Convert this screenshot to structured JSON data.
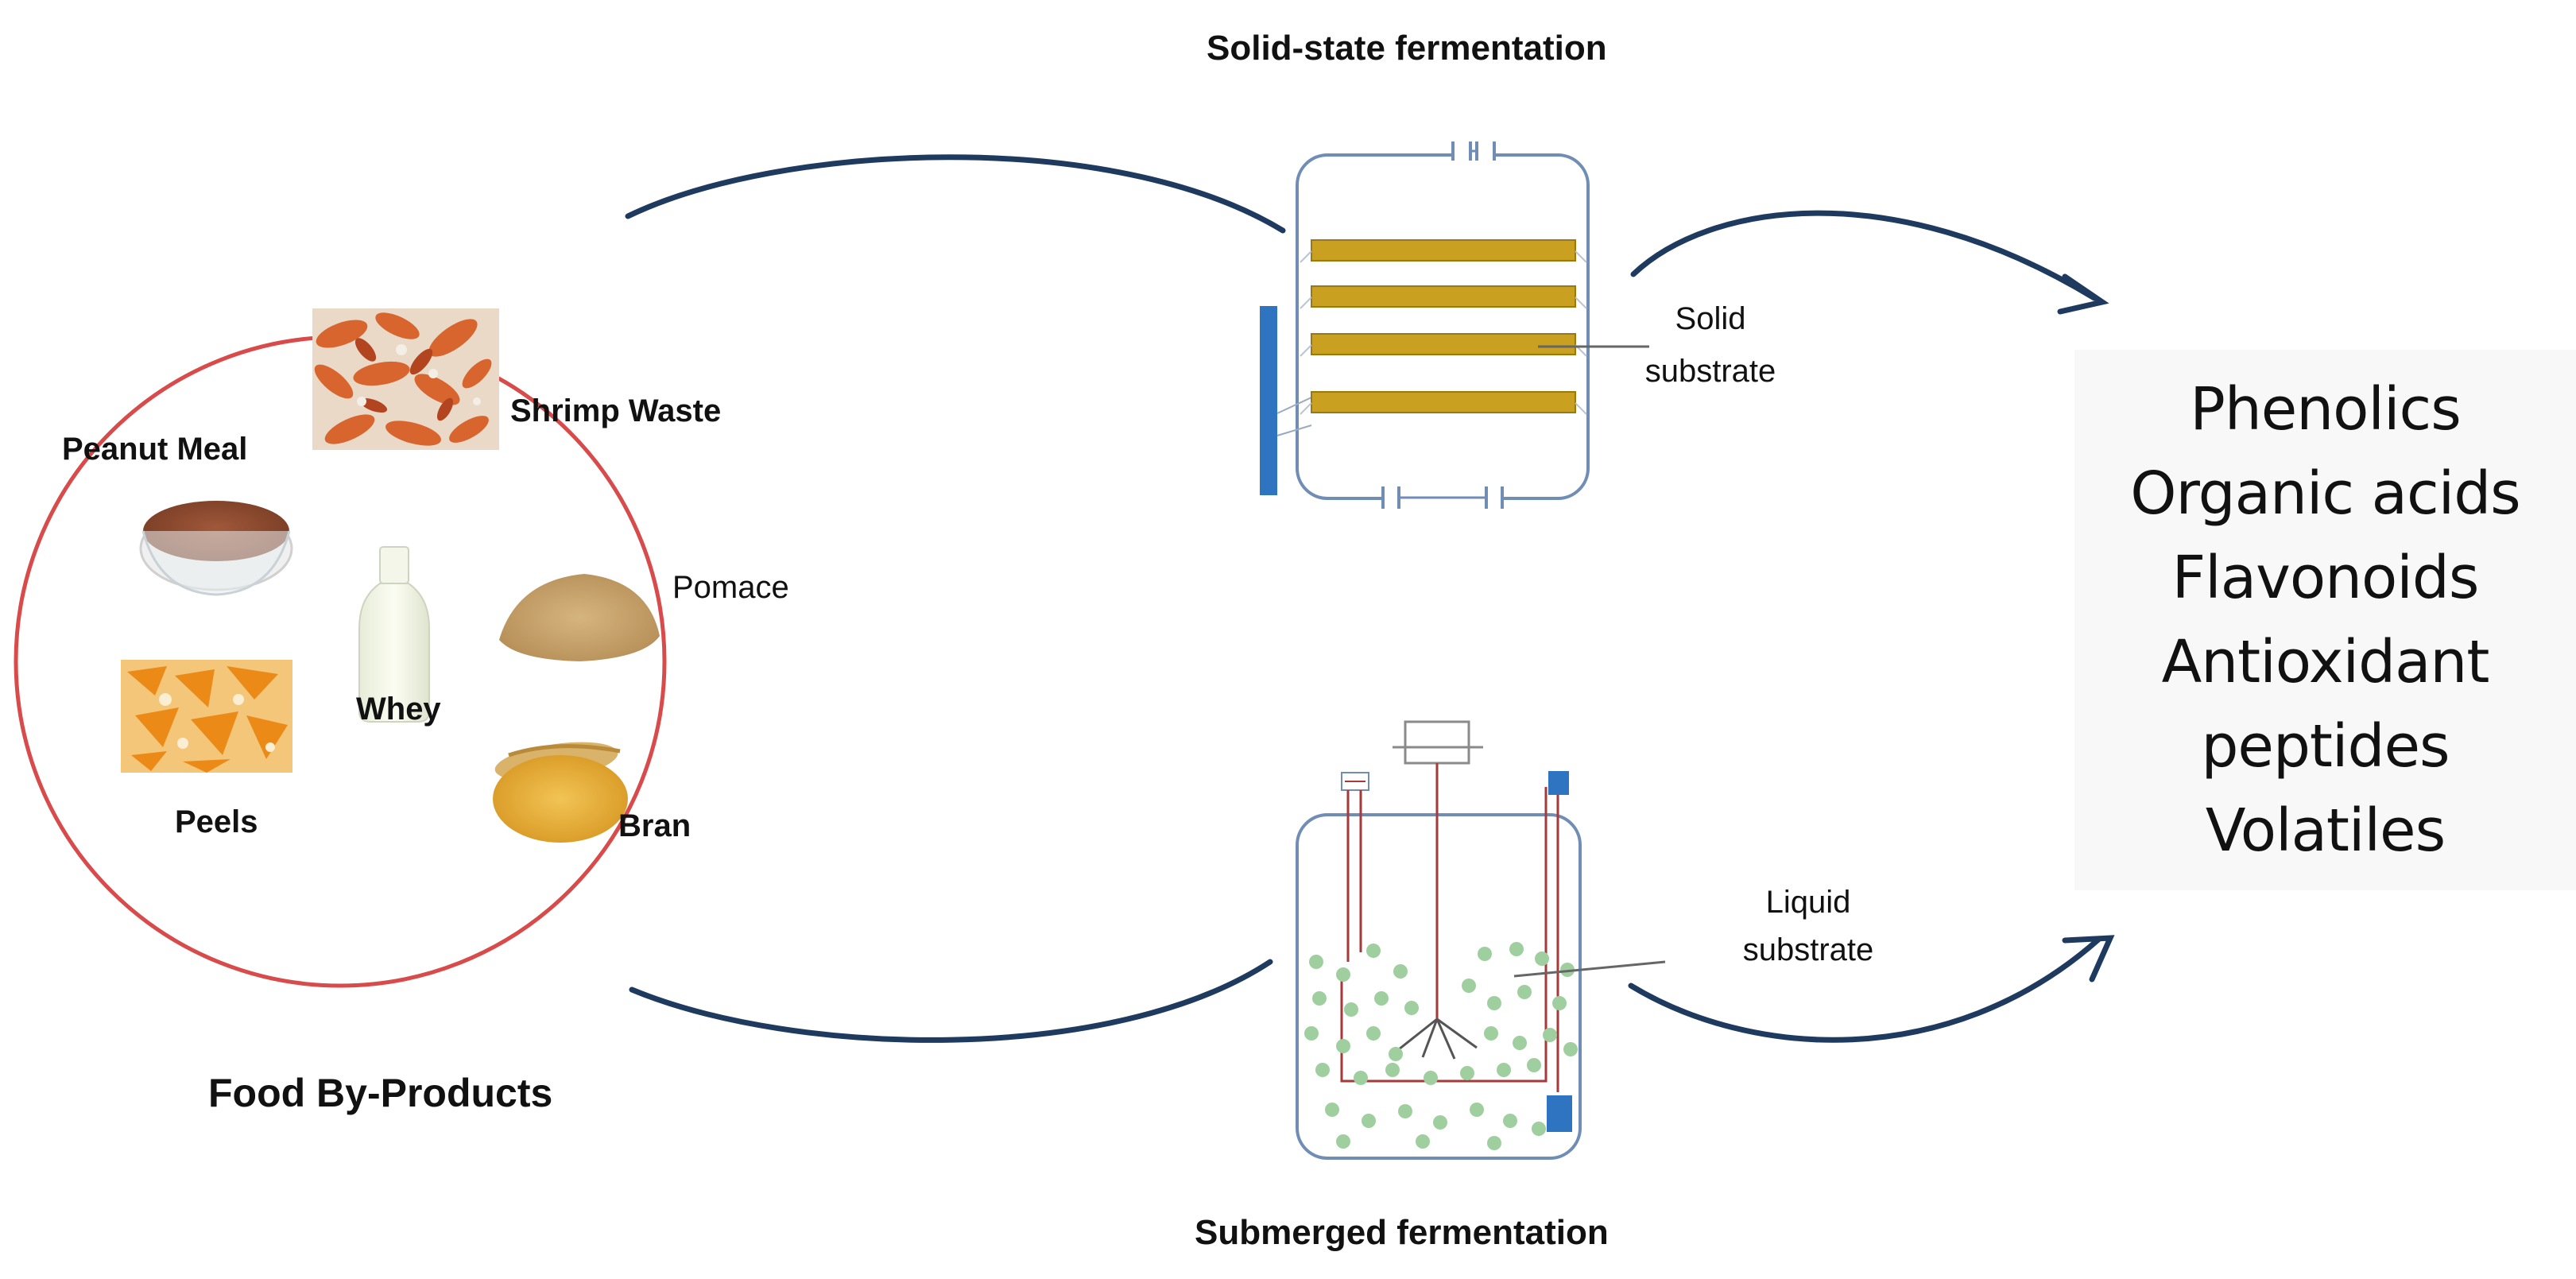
{
  "food_by_products": {
    "title": "Food By-Products",
    "items": {
      "shrimp_waste": "Shrimp Waste",
      "peanut_meal": "Peanut Meal",
      "pomace": "Pomace",
      "whey": "Whey",
      "peels": "Peels",
      "bran": "Bran"
    }
  },
  "solid_state": {
    "title": "Solid-state fermentation",
    "substrate_line1": "Solid",
    "substrate_line2": "substrate"
  },
  "submerged": {
    "title": "Submerged fermentation",
    "substrate_line1": "Liquid",
    "substrate_line2": "substrate"
  },
  "products": [
    "Phenolics",
    "Organic acids",
    "Flavonoids",
    "Antioxidant",
    "peptides",
    "Volatiles"
  ],
  "colors": {
    "circle": "#d94a4a",
    "arrow": "#1f3a5f",
    "vessel": "#6f8db5",
    "shelf": "#c9a020",
    "blue_bar": "#2e74c0",
    "pipe": "#a63a3a",
    "bubble": "#9fcf9f"
  }
}
